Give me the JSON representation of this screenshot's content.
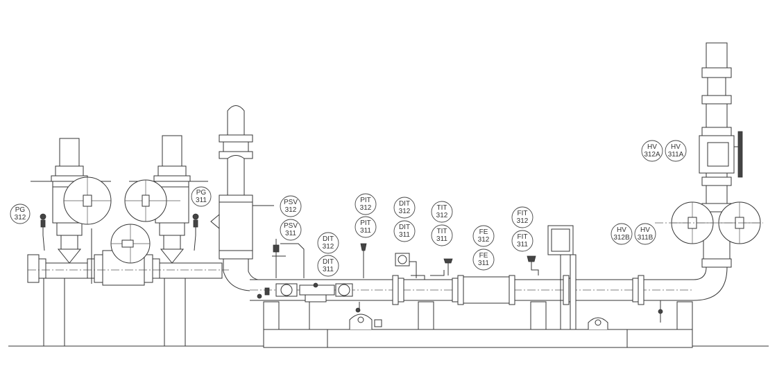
{
  "tags": [
    {
      "id": "pg312",
      "top": "PG",
      "bottom": "312"
    },
    {
      "id": "pg311",
      "top": "PG",
      "bottom": "311"
    },
    {
      "id": "psv312",
      "top": "PSV",
      "bottom": "312"
    },
    {
      "id": "psv311",
      "top": "PSV",
      "bottom": "311"
    },
    {
      "id": "dit312a",
      "top": "DIT",
      "bottom": "312"
    },
    {
      "id": "dit311a",
      "top": "DIT",
      "bottom": "311"
    },
    {
      "id": "pit312",
      "top": "PIT",
      "bottom": "312"
    },
    {
      "id": "pit311",
      "top": "PIT",
      "bottom": "311"
    },
    {
      "id": "dit312b",
      "top": "DIT",
      "bottom": "312"
    },
    {
      "id": "dit311b",
      "top": "DIT",
      "bottom": "311"
    },
    {
      "id": "tit312",
      "top": "TIT",
      "bottom": "312"
    },
    {
      "id": "tit311",
      "top": "TIT",
      "bottom": "311"
    },
    {
      "id": "fe312",
      "top": "FE",
      "bottom": "312"
    },
    {
      "id": "fe311",
      "top": "FE",
      "bottom": "311"
    },
    {
      "id": "fit312",
      "top": "FIT",
      "bottom": "312"
    },
    {
      "id": "fit311",
      "top": "FIT",
      "bottom": "311"
    },
    {
      "id": "hv312a",
      "top": "HV",
      "bottom": "312A"
    },
    {
      "id": "hv311a",
      "top": "HV",
      "bottom": "311A"
    },
    {
      "id": "hv312b",
      "top": "HV",
      "bottom": "312B"
    },
    {
      "id": "hv311b",
      "top": "HV",
      "bottom": "311B"
    }
  ]
}
